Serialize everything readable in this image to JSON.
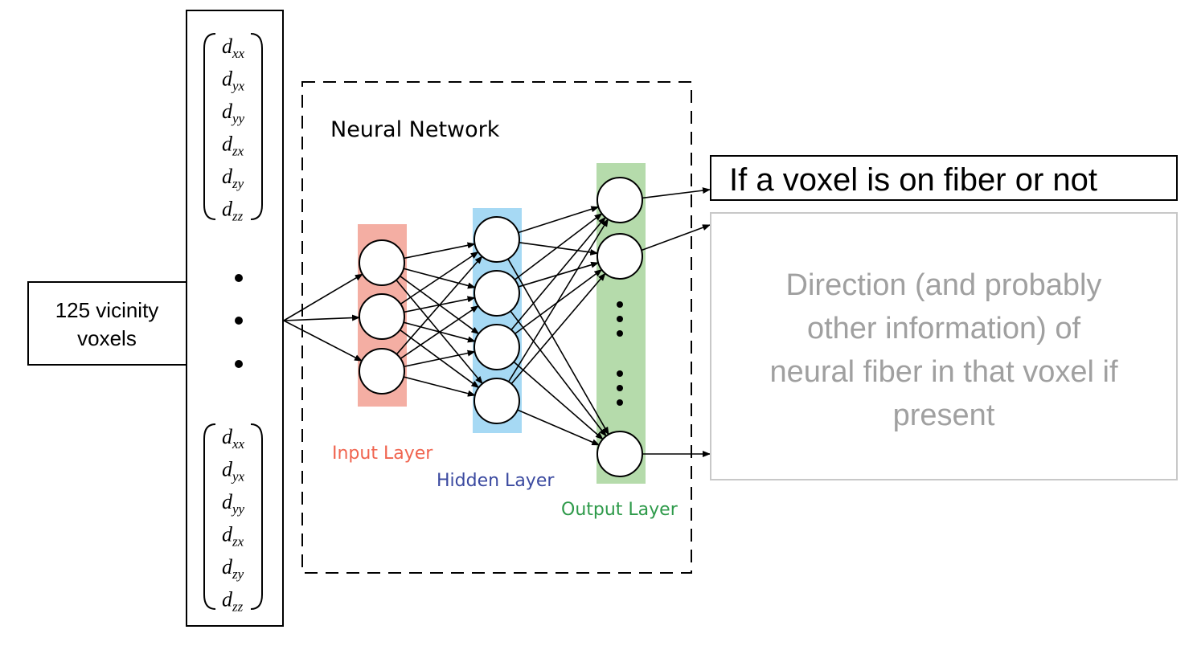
{
  "input_box": {
    "line1": "125 vicinity",
    "line2": "voxels"
  },
  "tensor": {
    "base": "d",
    "components": [
      "xx",
      "yx",
      "yy",
      "zx",
      "zy",
      "zz"
    ]
  },
  "network": {
    "title": "Neural Network",
    "input_layer_label": "Input Layer",
    "hidden_layer_label": "Hidden Layer",
    "output_layer_label": "Output Layer"
  },
  "outputs": {
    "fiber_label": "If a voxel is on fiber or not",
    "direction_lines": [
      "Direction (and probably",
      "other information) of",
      "neural fiber in that voxel if",
      "present"
    ]
  },
  "colors": {
    "input_layer": "#f4aea3",
    "hidden_layer": "#a6d9f4",
    "output_layer": "#b5dbab",
    "input_label": "#f0644f",
    "hidden_label": "#3b4aa0",
    "output_label": "#2e9a4a",
    "direction_text": "#a0a0a0",
    "direction_border": "#c8c8c8"
  }
}
